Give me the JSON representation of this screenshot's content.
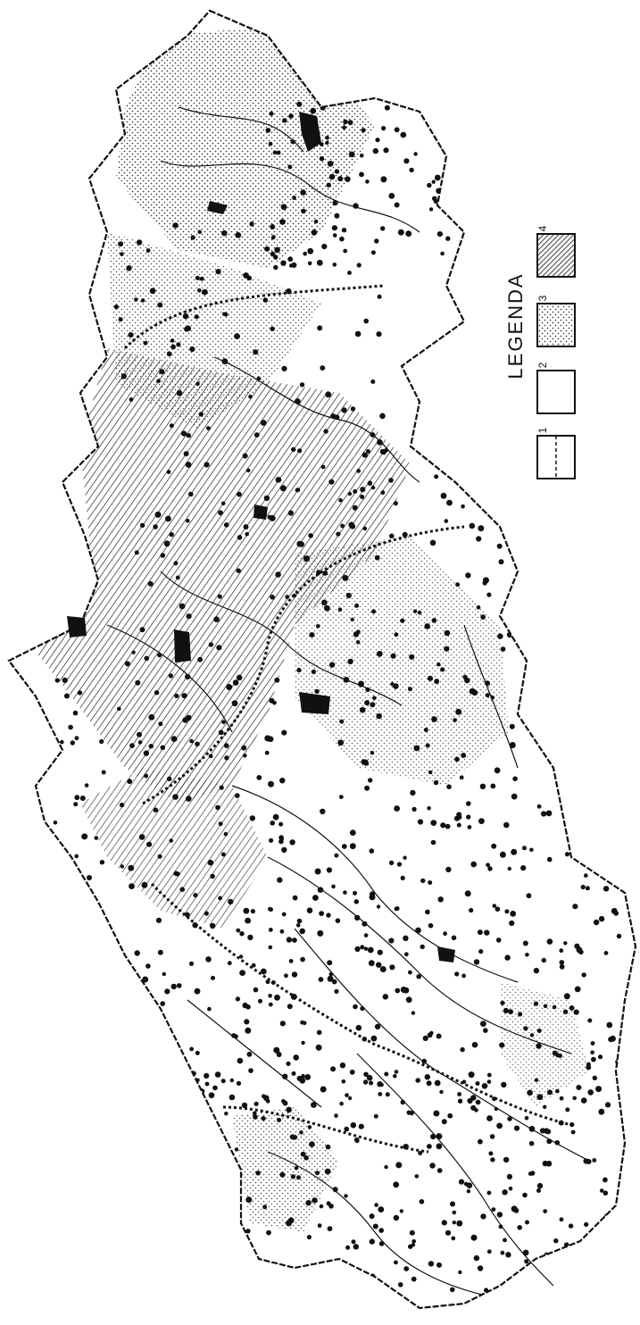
{
  "map": {
    "legend": {
      "title": "LEGENDA",
      "items": [
        {
          "key": "1",
          "pattern": "dashed-line"
        },
        {
          "key": "2",
          "pattern": "blank"
        },
        {
          "key": "3",
          "pattern": "stippled"
        },
        {
          "key": "4",
          "pattern": "hatched"
        }
      ]
    },
    "colors": {
      "ink": "#111111",
      "paper": "#ffffff"
    }
  }
}
